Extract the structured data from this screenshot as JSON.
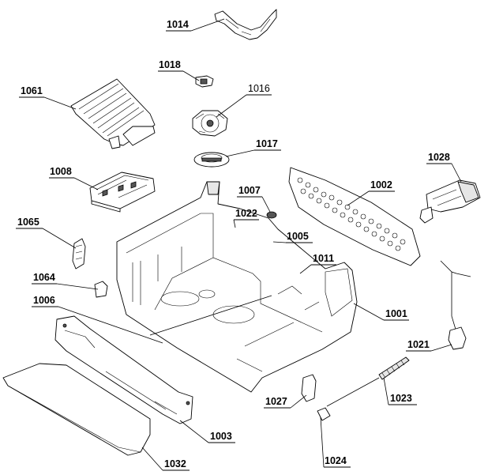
{
  "labels": {
    "p1014": "1014",
    "p1018": "1018",
    "p1016": "1016",
    "p1061": "1061",
    "p1017": "1017",
    "p1008": "1008",
    "p1028": "1028",
    "p1007": "1007",
    "p1002": "1002",
    "p1022": "1022",
    "p1065": "1065",
    "p1005": "1005",
    "p1011": "1011",
    "p1064": "1064",
    "p1006": "1006",
    "p1001": "1001",
    "p1021": "1021",
    "p1027": "1027",
    "p1023": "1023",
    "p1003": "1003",
    "p1024": "1024",
    "p1032": "1032"
  }
}
